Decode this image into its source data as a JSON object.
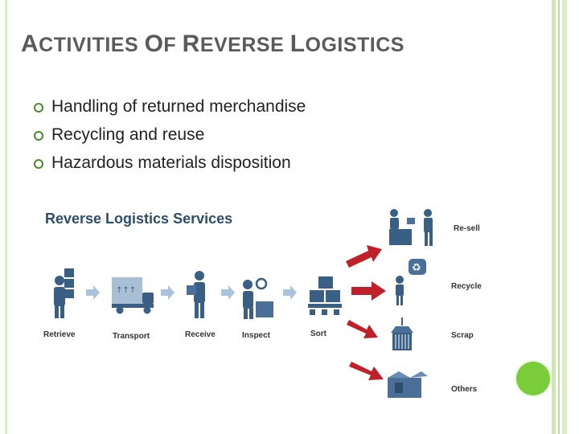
{
  "slide": {
    "title_parts": [
      {
        "cap": "A",
        "rest": "CTIVITIES "
      },
      {
        "cap": "O",
        "rest": "F "
      },
      {
        "cap": "R",
        "rest": "EVERSE "
      },
      {
        "cap": "L",
        "rest": "OGISTICS"
      }
    ],
    "bullets": [
      "Handling of returned merchandise",
      "Recycling and reuse",
      "Hazardous materials disposition"
    ]
  },
  "diagram": {
    "title": "Reverse Logistics Services",
    "steps": [
      "Retrieve",
      "Transport",
      "Receive",
      "Inspect",
      "Sort"
    ],
    "outcomes": [
      "Re-sell",
      "Recycle",
      "Scrap",
      "Others"
    ],
    "colors": {
      "icon": "#3a5f84",
      "flow_arrow": "#a9c3dd",
      "outcome_arrow": "#c0202a"
    }
  }
}
